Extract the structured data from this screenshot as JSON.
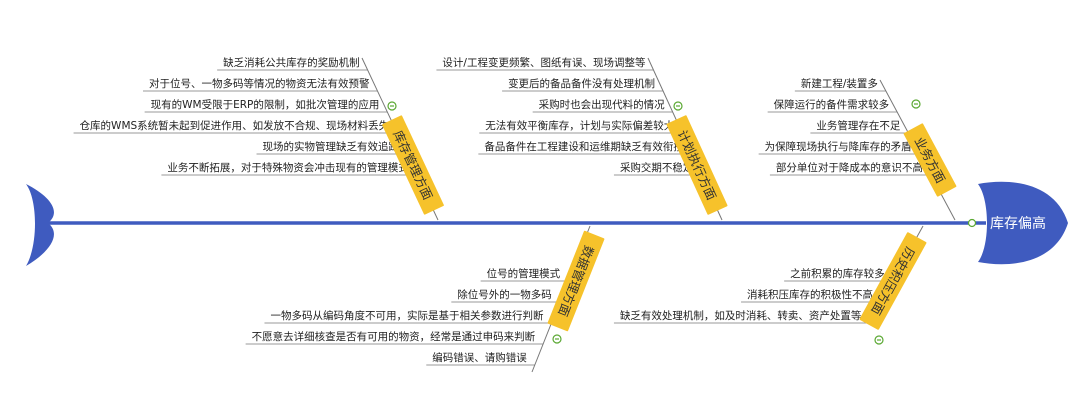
{
  "colors": {
    "spine": "#3f5bbf",
    "head": "#3f5bbf",
    "tail": "#3f5bbf",
    "category_box": "#f6c22b",
    "bone_line": "#777777",
    "collapse_icon": "#5aa832"
  },
  "head": {
    "label": "库存偏高"
  },
  "icons": {
    "collapse": "collapse-minus-icon"
  },
  "categories": [
    {
      "id": "inventory-mgmt",
      "label": "库存管理方面",
      "causes": [
        "缺乏消耗公共库存的奖励机制",
        "对于位号、一物多码等情况的物资无法有效预警",
        "现有的WM受限于ERP的限制，如批次管理的应用",
        "仓库的WMS系统暂未起到促进作用、如发放不合规、现场材料丢失",
        "现场的实物管理缺乏有效追踪",
        "业务不断拓展，对于特殊物资会冲击现有的管理模式"
      ]
    },
    {
      "id": "plan-exec",
      "label": "计划执行方面",
      "causes": [
        "设计/工程变更频繁、图纸有误、现场调整等",
        "变更后的备品备件没有处理机制",
        "采购时也会出现代料的情况",
        "无法有效平衡库存，计划与实际偏差较大",
        "备品备件在工程建设和运维期缺乏有效衔接",
        "采购交期不稳定"
      ]
    },
    {
      "id": "business",
      "label": "业务方面",
      "causes": [
        "新建工程/装置多",
        "保障运行的备件需求较多",
        "业务管理存在不足",
        "为保障现场执行与降库存的矛盾",
        "部分单位对于降成本的意识不高"
      ]
    },
    {
      "id": "data-mgmt",
      "label": "数据管理方面",
      "causes": [
        "位号的管理模式",
        "除位号外的一物多码",
        "一物多码从编码角度不可用，实际是基于相关参数进行判断",
        "不愿意去详细核查是否有可用的物资，经常是通过申码来判断",
        "编码错误、请购错误"
      ]
    },
    {
      "id": "history",
      "label": "历史积压方面",
      "causes": [
        "之前积累的库存较多",
        "消耗积压库存的积极性不高",
        "缺乏有效处理机制，如及时消耗、转卖、资产处置等"
      ]
    }
  ]
}
